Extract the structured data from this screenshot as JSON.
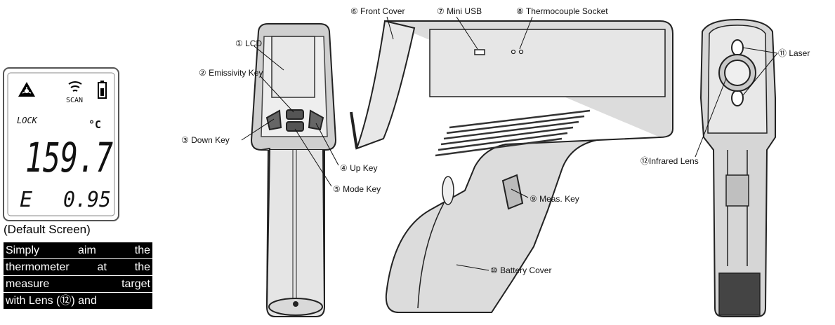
{
  "lcd_screen": {
    "lock_label": "LOCK",
    "scan_label": "SCAN",
    "unit_label": "°C",
    "temperature": "159.7",
    "emissivity_symbol": "E",
    "emissivity_value": "0.95"
  },
  "caption": "(Default Screen)",
  "note_lines": [
    "Simply aim the",
    "thermometer at the",
    "measure target",
    "with Lens (⑫) and"
  ],
  "callouts": {
    "lcd": "① LCD",
    "emissivity_key": "② Emissivity Key",
    "down_key": "③ Down Key",
    "up_key": "④ Up Key",
    "mode_key": "⑤ Mode Key",
    "front_cover": "⑥ Front Cover",
    "mini_usb": "⑦ Mini USB",
    "thermocouple_socket": "⑧ Thermocouple Socket",
    "meas_key": "⑨ Meas. Key",
    "battery_cover": "⑩ Battery Cover",
    "laser": "⑪ Laser",
    "infrared_lens": "⑫Infrared Lens"
  }
}
